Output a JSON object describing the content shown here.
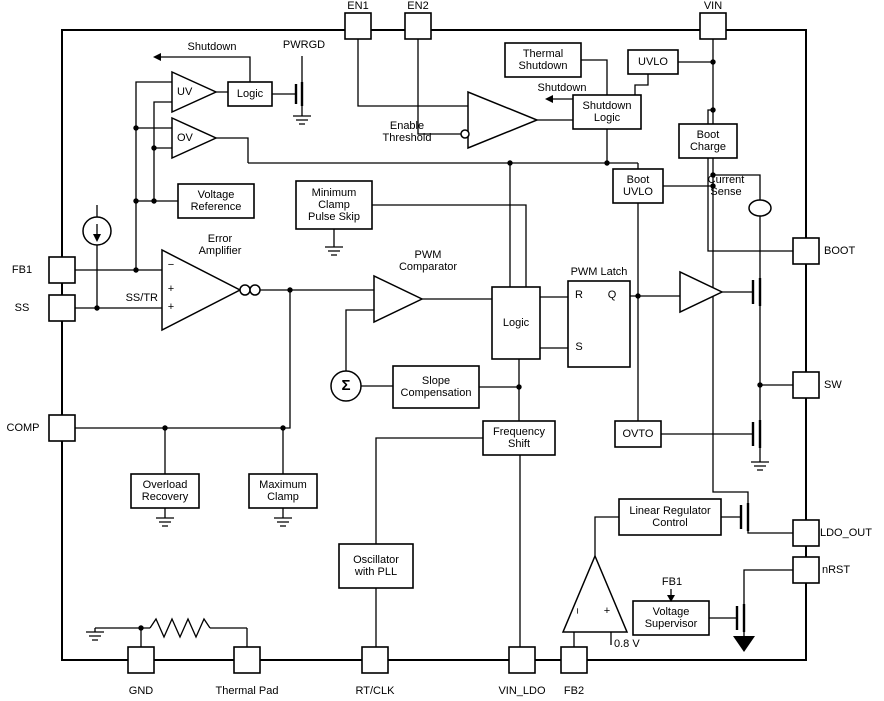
{
  "pins": {
    "en1": "EN1",
    "en2": "EN2",
    "vin": "VIN",
    "fb1": "FB1",
    "ss": "SS",
    "comp": "COMP",
    "boot": "BOOT",
    "sw": "SW",
    "ldo_out": "LDO_OUT",
    "nrst": "nRST",
    "gnd": "GND",
    "thermal_pad": "Thermal Pad",
    "rt_clk": "RT/CLK",
    "vin_ldo": "VIN_LDO",
    "fb2": "FB2"
  },
  "blocks": {
    "logic_top": "Logic",
    "thermal_shutdown": "Thermal\nShutdown",
    "uvlo": "UVLO",
    "shutdown_logic": "Shutdown\nLogic",
    "boot_charge": "Boot\nCharge",
    "voltage_reference": "Voltage\nReference",
    "minimum_clamp": "Minimum\nClamp\nPulse Skip",
    "boot_uvlo": "Boot\nUVLO",
    "logic_pwm": "Logic",
    "slope_compensation": "Slope\nCompensation",
    "frequency_shift": "Frequency\nShift",
    "ovto": "OVTO",
    "overload_recovery": "Overload\nRecovery",
    "maximum_clamp": "Maximum\nClamp",
    "oscillator": "Oscillator\nwith PLL",
    "linear_regulator_control": "Linear Regulator\nControl",
    "voltage_supervisor": "Voltage\nSupervisor"
  },
  "labels": {
    "shutdown_top": "Shutdown",
    "pwrgd": "PWRGD",
    "uv": "UV",
    "ov": "OV",
    "error_amplifier": "Error\nAmplifier",
    "ss_tr": "SS/TR",
    "minus": "−",
    "plus": "+",
    "pwm_comparator": "PWM\nComparator",
    "enable_threshold": "Enable\nThreshold",
    "shutdown_mid": "Shutdown",
    "current_sense": "Current\nSense",
    "pwm_latch": "PWM Latch",
    "r": "R",
    "q": "Q",
    "s": "S",
    "sigma": "Σ",
    "vref": "0.8 V",
    "fb1_internal": "FB1"
  }
}
